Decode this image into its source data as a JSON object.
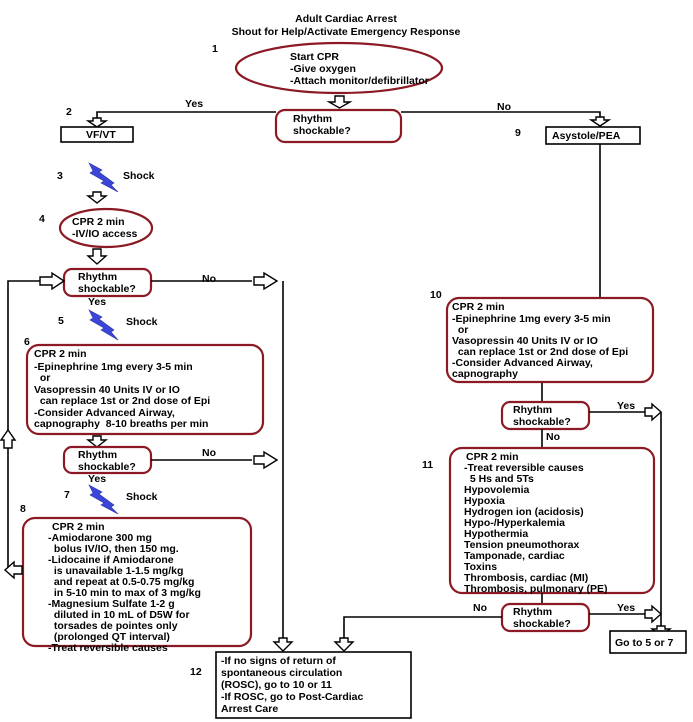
{
  "title": {
    "line1": "Adult Cardiac Arrest",
    "line2": "Shout for Help/Activate Emergency Response"
  },
  "step_numbers": [
    "1",
    "2",
    "3",
    "4",
    "5",
    "6",
    "7",
    "8",
    "9",
    "10",
    "11",
    "12"
  ],
  "node1": {
    "lines": [
      "Start CPR",
      "-Give oxygen",
      "-Attach monitor/defibrillator"
    ]
  },
  "decision_top": {
    "lines": [
      "Rhythm",
      "shockable?"
    ],
    "yes": "Yes",
    "no": "No"
  },
  "vf_vt": "VF/VT",
  "asystole_pea": "Asystole/PEA",
  "shock_label": "Shock",
  "node4": {
    "lines": [
      "CPR 2 min",
      "-IV/IO access"
    ]
  },
  "decision_left1": {
    "lines": [
      "Rhythm",
      "shockable?"
    ],
    "yes": "Yes",
    "no": "No"
  },
  "node6": {
    "lines": [
      "CPR 2 min",
      "-Epinephrine 1mg every 3-5 min",
      "  or",
      "Vasopressin 40 Units IV or IO",
      "  can replace 1st or 2nd dose of Epi",
      "-Consider Advanced Airway,",
      "capnography  8-10 breaths per min"
    ]
  },
  "decision_left2": {
    "lines": [
      "Rhythm",
      "shockable?"
    ],
    "yes": "Yes",
    "no": "No"
  },
  "node8": {
    "lines": [
      "CPR 2 min",
      "-Amiodarone 300 mg",
      "  bolus IV/IO, then 150 mg.",
      "-Lidocaine if Amiodarone",
      "  is unavailable 1-1.5 mg/kg",
      "  and repeat at 0.5-0.75 mg/kg",
      "  in 5-10 min to max of 3 mg/kg",
      "-Magnesium Sulfate 1-2 g",
      "  diluted in 10 mL of D5W for",
      "  torsades de pointes only",
      "  (prolonged QT interval)",
      "-Treat reversible causes"
    ]
  },
  "node10": {
    "lines": [
      "CPR 2 min",
      "-Epinephrine 1mg every 3-5 min",
      "  or",
      "Vasopressin 40 Units IV or IO",
      "  can replace 1st or 2nd dose of Epi",
      "-Consider Advanced Airway,",
      "capnography"
    ]
  },
  "decision_right1": {
    "lines": [
      "Rhythm",
      "shockable?"
    ],
    "yes": "Yes",
    "no": "No"
  },
  "node11": {
    "lines": [
      "CPR 2 min",
      "-Treat reversible causes",
      "  5 Hs and 5Ts",
      "Hypovolemia",
      "Hypoxia",
      "Hydrogen ion (acidosis)",
      "Hypo-/Hyperkalemia",
      "Hypothermia",
      "Tension pneumothorax",
      "Tamponade, cardiac",
      "Toxins",
      "Thrombosis, cardiac (MI)",
      "Thrombosis, pulmonary (PE)"
    ]
  },
  "decision_right2": {
    "lines": [
      "Rhythm",
      "shockable?"
    ],
    "yes": "Yes",
    "no": "No"
  },
  "goto57": "Go to 5 or 7",
  "node12": {
    "lines": [
      "-If no signs of return of",
      "spontaneous circulation",
      "(ROSC), go to 10 or 11",
      "-If ROSC, go to Post-Cardiac",
      "Arrest Care"
    ]
  },
  "colors": {
    "box_border": "#8b1a24",
    "bolt": "#3b46d8"
  }
}
